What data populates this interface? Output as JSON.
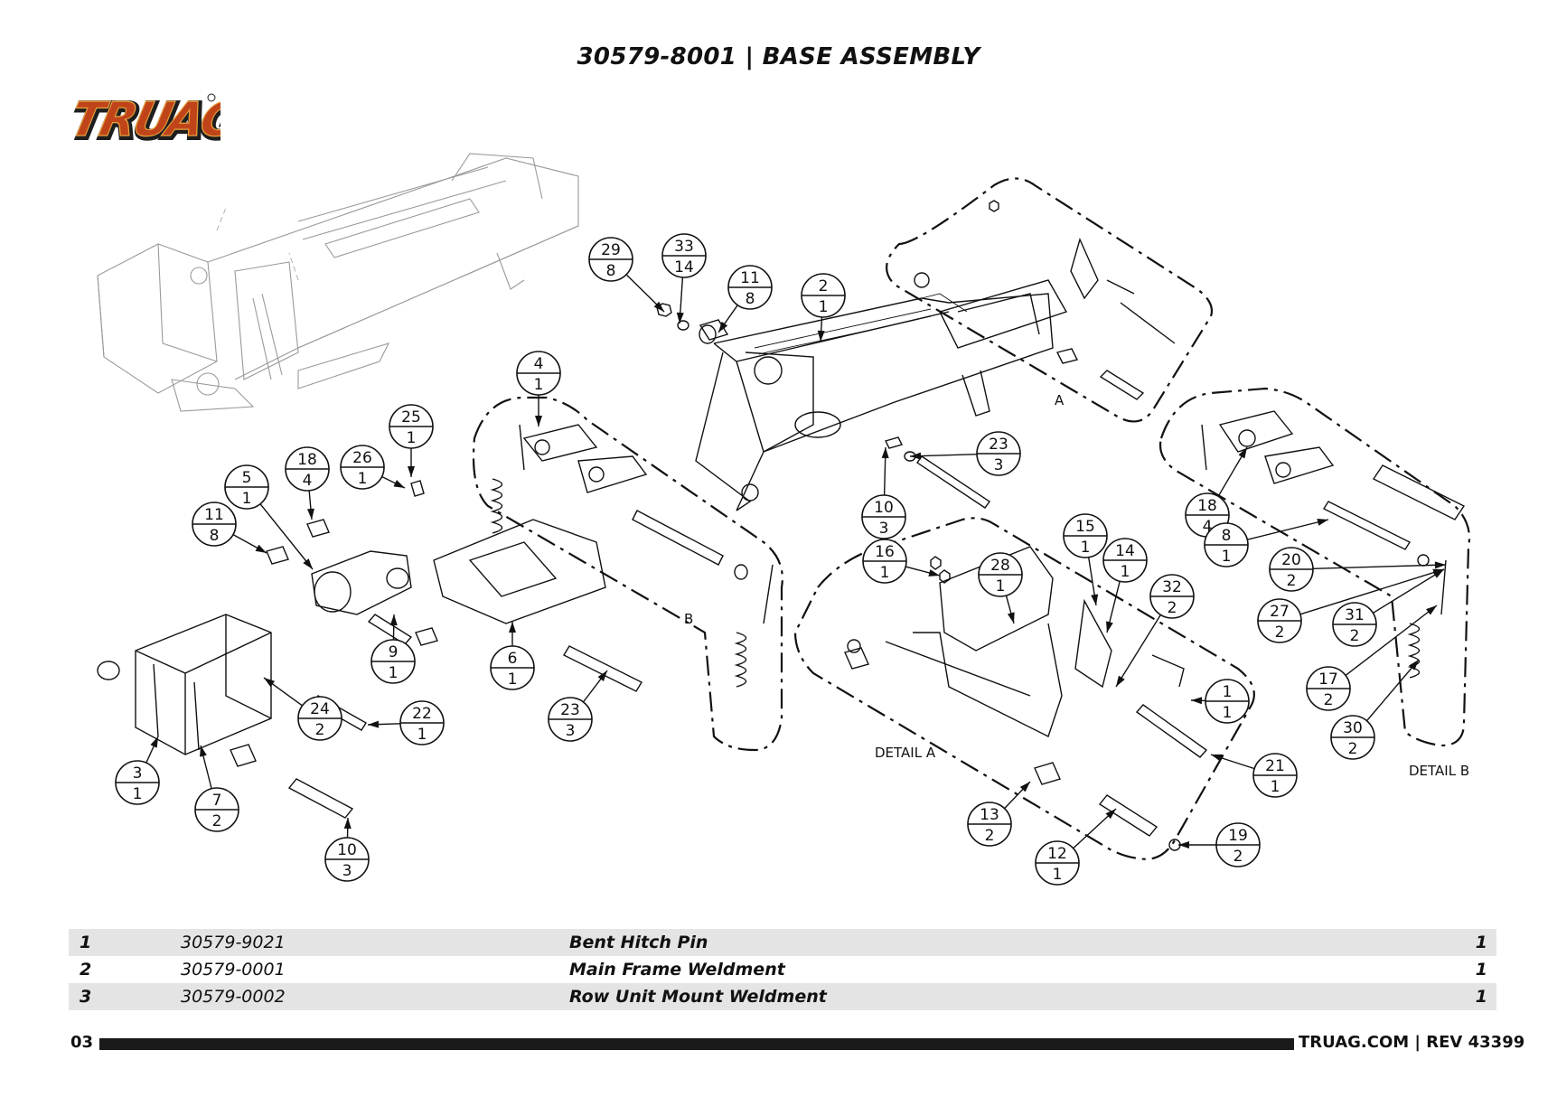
{
  "title": "30579-8001 | BASE ASSEMBLY",
  "logo": {
    "text": "TRUAG",
    "colors": {
      "fill": "#c0441a",
      "outline": "#1e1e1e",
      "shade": "#e9a23c"
    }
  },
  "detail_labels": {
    "a_marker": "A",
    "b_marker": "B",
    "detail_a": "DETAIL A",
    "detail_b": "DETAIL B"
  },
  "balloons": [
    {
      "item": "29",
      "qty": "8"
    },
    {
      "item": "33",
      "qty": "14"
    },
    {
      "item": "11",
      "qty": "8"
    },
    {
      "item": "2",
      "qty": "1"
    },
    {
      "item": "4",
      "qty": "1"
    },
    {
      "item": "25",
      "qty": "1"
    },
    {
      "item": "18",
      "qty": "4"
    },
    {
      "item": "26",
      "qty": "1"
    },
    {
      "item": "5",
      "qty": "1"
    },
    {
      "item": "11",
      "qty": "8"
    },
    {
      "item": "23",
      "qty": "3"
    },
    {
      "item": "10",
      "qty": "3"
    },
    {
      "item": "15",
      "qty": "1"
    },
    {
      "item": "14",
      "qty": "1"
    },
    {
      "item": "16",
      "qty": "1"
    },
    {
      "item": "28",
      "qty": "1"
    },
    {
      "item": "32",
      "qty": "2"
    },
    {
      "item": "18",
      "qty": "4"
    },
    {
      "item": "8",
      "qty": "1"
    },
    {
      "item": "20",
      "qty": "2"
    },
    {
      "item": "27",
      "qty": "2"
    },
    {
      "item": "31",
      "qty": "2"
    },
    {
      "item": "17",
      "qty": "2"
    },
    {
      "item": "30",
      "qty": "2"
    },
    {
      "item": "6",
      "qty": "1"
    },
    {
      "item": "9",
      "qty": "1"
    },
    {
      "item": "22",
      "qty": "1"
    },
    {
      "item": "24",
      "qty": "2"
    },
    {
      "item": "23",
      "qty": "3"
    },
    {
      "item": "3",
      "qty": "1"
    },
    {
      "item": "7",
      "qty": "2"
    },
    {
      "item": "10",
      "qty": "3"
    },
    {
      "item": "1",
      "qty": "1"
    },
    {
      "item": "21",
      "qty": "1"
    },
    {
      "item": "13",
      "qty": "2"
    },
    {
      "item": "19",
      "qty": "2"
    },
    {
      "item": "12",
      "qty": "1"
    }
  ],
  "parts": [
    {
      "item": "1",
      "part_number": "30579-9021",
      "description": "Bent Hitch Pin",
      "qty": "1"
    },
    {
      "item": "2",
      "part_number": "30579-0001",
      "description": "Main Frame Weldment",
      "qty": "1"
    },
    {
      "item": "3",
      "part_number": "30579-0002",
      "description": "Row Unit Mount Weldment",
      "qty": "1"
    }
  ],
  "footer": {
    "page": "03",
    "right": "TRUAG.COM | REV 43399"
  }
}
